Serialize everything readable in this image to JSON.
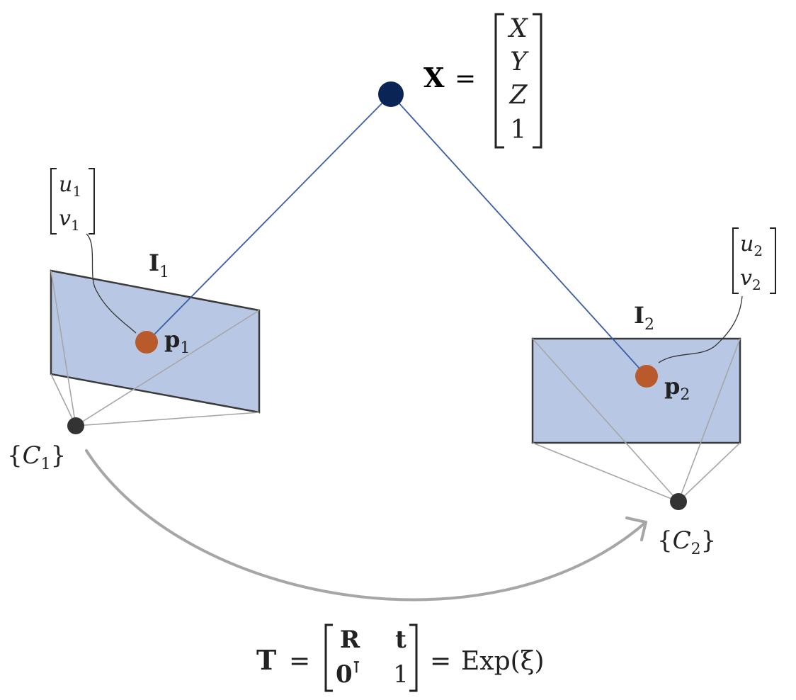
{
  "point_label": {
    "lhs": "X",
    "eq": "=",
    "entries": [
      "X",
      "Y",
      "Z",
      "1"
    ]
  },
  "image1": {
    "label": "I",
    "sub": "1"
  },
  "image2": {
    "label": "I",
    "sub": "2"
  },
  "proj1": {
    "label": "p",
    "sub": "1"
  },
  "proj2": {
    "label": "p",
    "sub": "2"
  },
  "coords1": {
    "u": "u",
    "u_sub": "1",
    "v": "v",
    "v_sub": "1"
  },
  "coords2": {
    "u": "u",
    "u_sub": "2",
    "v": "v",
    "v_sub": "2"
  },
  "camera1": {
    "open": "{",
    "name": "C",
    "sub": "1",
    "close": "}"
  },
  "camera2": {
    "open": "{",
    "name": "C",
    "sub": "2",
    "close": "}"
  },
  "transform": {
    "lhs": "T",
    "eq1": "=",
    "r11": "R",
    "r12": "t",
    "r21": "0",
    "r21_sup": "⊺",
    "r22": "1",
    "eq2": "=",
    "rhs": "Exp(ξ)"
  },
  "colors": {
    "plane_fill": "#b8c7e4",
    "plane_stroke": "#3a3a3a",
    "world_point": "#0a2456",
    "projection_point": "#b85a2a",
    "camera_center": "#333333",
    "ray": "#3b5ea8",
    "frustum": "#a6a6a6",
    "arrow": "#a6a6a6"
  }
}
